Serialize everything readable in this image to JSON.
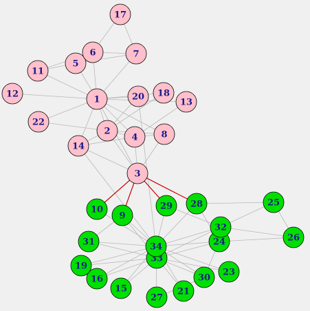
{
  "colors": {
    "background": "#f0f0f0",
    "edge": "#b8b8b8",
    "bridge_edge": "#cc0000",
    "node_stroke": "#000000",
    "label": "#1a1a8c"
  },
  "groups": [
    {
      "id": "pink",
      "fill": "#ffc0cb"
    },
    {
      "id": "green",
      "fill": "#00e000"
    }
  ],
  "nodes": [
    {
      "id": "1",
      "group": "pink"
    },
    {
      "id": "2",
      "group": "pink"
    },
    {
      "id": "3",
      "group": "pink"
    },
    {
      "id": "4",
      "group": "pink"
    },
    {
      "id": "5",
      "group": "pink"
    },
    {
      "id": "6",
      "group": "pink"
    },
    {
      "id": "7",
      "group": "pink"
    },
    {
      "id": "8",
      "group": "pink"
    },
    {
      "id": "11",
      "group": "pink"
    },
    {
      "id": "12",
      "group": "pink"
    },
    {
      "id": "13",
      "group": "pink"
    },
    {
      "id": "14",
      "group": "pink"
    },
    {
      "id": "17",
      "group": "pink"
    },
    {
      "id": "18",
      "group": "pink"
    },
    {
      "id": "20",
      "group": "pink"
    },
    {
      "id": "22",
      "group": "pink"
    },
    {
      "id": "9",
      "group": "green"
    },
    {
      "id": "10",
      "group": "green"
    },
    {
      "id": "15",
      "group": "green"
    },
    {
      "id": "16",
      "group": "green"
    },
    {
      "id": "19",
      "group": "green"
    },
    {
      "id": "21",
      "group": "green"
    },
    {
      "id": "23",
      "group": "green"
    },
    {
      "id": "24",
      "group": "green"
    },
    {
      "id": "25",
      "group": "green"
    },
    {
      "id": "26",
      "group": "green"
    },
    {
      "id": "27",
      "group": "green"
    },
    {
      "id": "28",
      "group": "green"
    },
    {
      "id": "29",
      "group": "green"
    },
    {
      "id": "30",
      "group": "green"
    },
    {
      "id": "31",
      "group": "green"
    },
    {
      "id": "32",
      "group": "green"
    },
    {
      "id": "33",
      "group": "green"
    },
    {
      "id": "34",
      "group": "green"
    }
  ],
  "edges": [
    [
      "1",
      "2"
    ],
    [
      "1",
      "3"
    ],
    [
      "1",
      "4"
    ],
    [
      "1",
      "5"
    ],
    [
      "1",
      "6"
    ],
    [
      "1",
      "7"
    ],
    [
      "1",
      "8"
    ],
    [
      "1",
      "11"
    ],
    [
      "1",
      "12"
    ],
    [
      "1",
      "13"
    ],
    [
      "1",
      "14"
    ],
    [
      "1",
      "18"
    ],
    [
      "1",
      "20"
    ],
    [
      "1",
      "22"
    ],
    [
      "2",
      "3"
    ],
    [
      "2",
      "4"
    ],
    [
      "2",
      "8"
    ],
    [
      "2",
      "14"
    ],
    [
      "2",
      "18"
    ],
    [
      "2",
      "20"
    ],
    [
      "2",
      "22"
    ],
    [
      "3",
      "4"
    ],
    [
      "3",
      "8"
    ],
    [
      "3",
      "14"
    ],
    [
      "4",
      "8"
    ],
    [
      "4",
      "13"
    ],
    [
      "4",
      "14"
    ],
    [
      "5",
      "7"
    ],
    [
      "5",
      "11"
    ],
    [
      "6",
      "7"
    ],
    [
      "6",
      "11"
    ],
    [
      "6",
      "17"
    ],
    [
      "7",
      "17"
    ],
    [
      "9",
      "31"
    ],
    [
      "9",
      "33"
    ],
    [
      "9",
      "34"
    ],
    [
      "10",
      "34"
    ],
    [
      "14",
      "34"
    ],
    [
      "15",
      "33"
    ],
    [
      "15",
      "34"
    ],
    [
      "16",
      "33"
    ],
    [
      "16",
      "34"
    ],
    [
      "19",
      "33"
    ],
    [
      "19",
      "34"
    ],
    [
      "20",
      "34"
    ],
    [
      "21",
      "33"
    ],
    [
      "21",
      "34"
    ],
    [
      "23",
      "33"
    ],
    [
      "23",
      "34"
    ],
    [
      "24",
      "26"
    ],
    [
      "24",
      "28"
    ],
    [
      "24",
      "30"
    ],
    [
      "24",
      "33"
    ],
    [
      "24",
      "34"
    ],
    [
      "25",
      "26"
    ],
    [
      "25",
      "28"
    ],
    [
      "25",
      "32"
    ],
    [
      "26",
      "32"
    ],
    [
      "27",
      "30"
    ],
    [
      "27",
      "34"
    ],
    [
      "28",
      "34"
    ],
    [
      "29",
      "32"
    ],
    [
      "29",
      "34"
    ],
    [
      "30",
      "33"
    ],
    [
      "30",
      "34"
    ],
    [
      "31",
      "33"
    ],
    [
      "31",
      "34"
    ],
    [
      "32",
      "33"
    ],
    [
      "32",
      "34"
    ],
    [
      "33",
      "34"
    ]
  ],
  "bridges": [
    [
      "3",
      "9"
    ],
    [
      "3",
      "10"
    ],
    [
      "3",
      "28"
    ],
    [
      "3",
      "29"
    ]
  ]
}
